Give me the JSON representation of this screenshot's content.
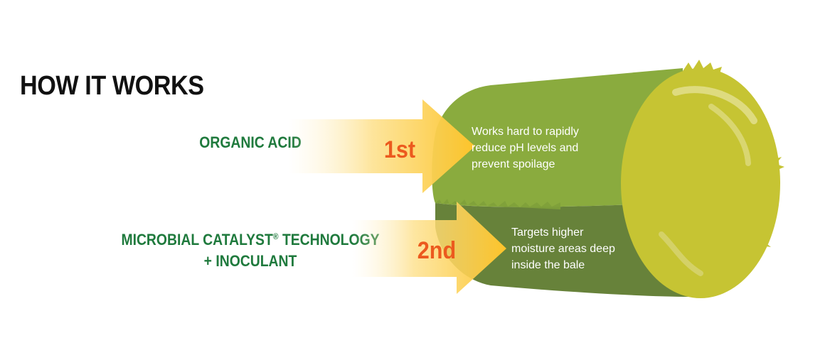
{
  "title": "HOW IT WORKS",
  "steps": [
    {
      "order": "1st",
      "label": "ORGANIC ACID",
      "description": [
        "Works hard to rapidly",
        "reduce pH levels and",
        "prevent spoilage"
      ]
    },
    {
      "order": "2nd",
      "label_line1": "MICROBIAL CATALYST",
      "label_mark": "®",
      "label_line1_rest": " TECHNOLOGY",
      "label_line2": "+ INOCULANT",
      "description": [
        "Targets higher",
        "moisture areas deep",
        "inside the bale"
      ]
    }
  ],
  "colors": {
    "heading": "#111111",
    "label_green": "#1f7a3d",
    "order_text": "#ec5a1e",
    "arrow_yellow": "#fdc42a",
    "bale_top": "#8aab3e",
    "bale_bottom": "#67823a",
    "bale_face": "#c6c433"
  }
}
